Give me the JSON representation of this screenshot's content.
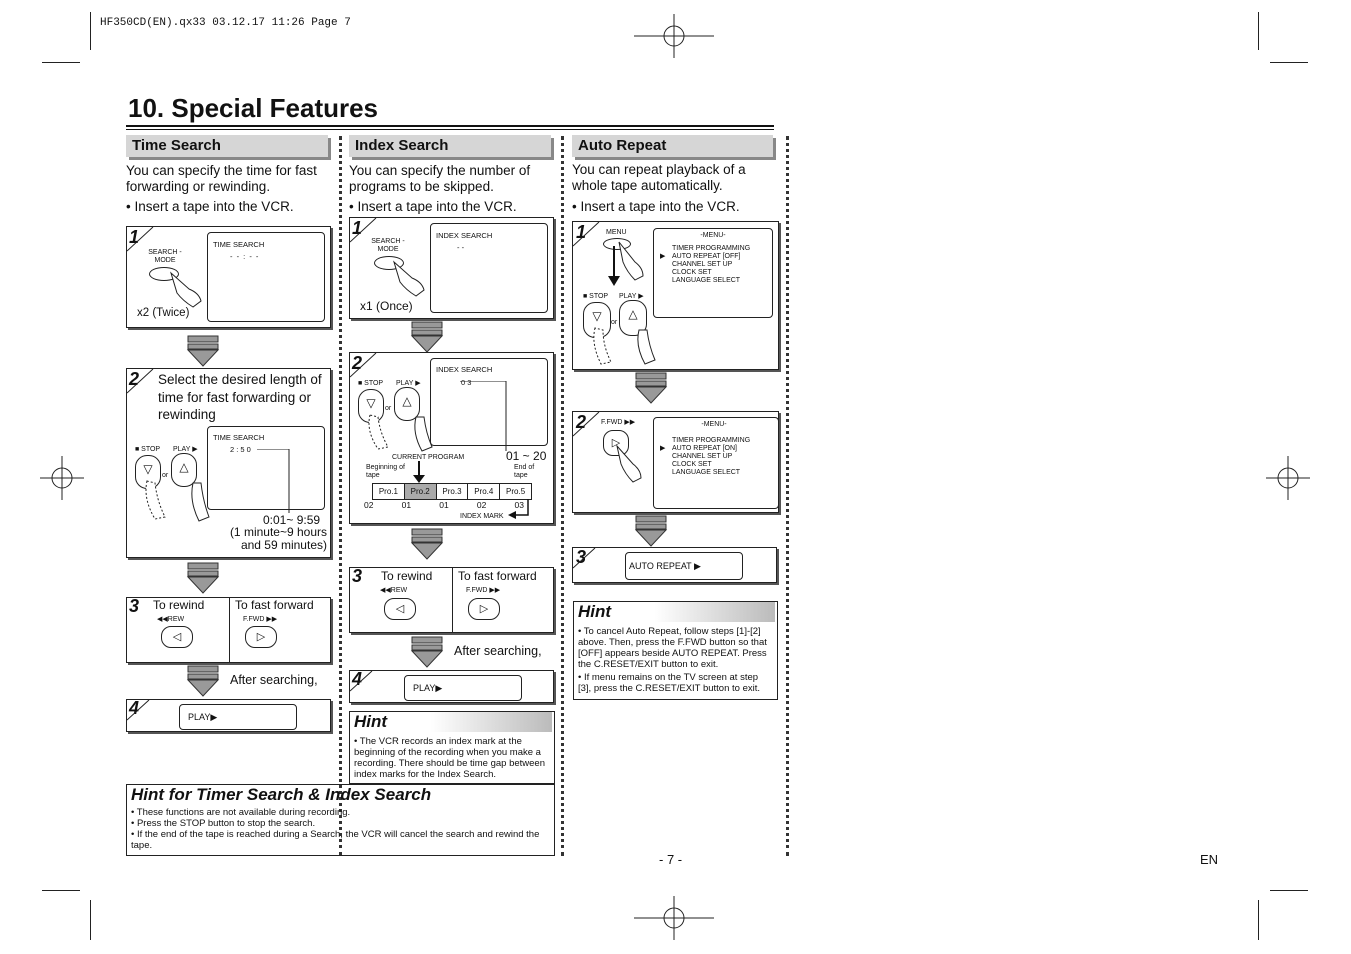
{
  "header": {
    "file_info": "HF350CD(EN).qx33  03.12.17  11:26  Page 7"
  },
  "page_title": "10. Special Features",
  "time_search": {
    "heading": "Time Search",
    "intro": "You can specify the time for fast forwarding or rewinding.",
    "bullet": "• Insert a tape into the VCR.",
    "step1": {
      "num": "1",
      "button": "SEARCH -MODE",
      "screen": "TIME SEARCH",
      "note": "x2 (Twice)"
    },
    "step2": {
      "num": "2",
      "text": "Select the desired length of time for fast forwarding or rewinding",
      "stop": "■ STOP",
      "play": "PLAY ▶",
      "or": "or",
      "screen": "TIME SEARCH",
      "value": "2 : 5 0",
      "range": "0:01~ 9:59",
      "range_note": "(1 minute~9 hours and 59 minutes)"
    },
    "step3": {
      "num": "3",
      "rewind": "To rewind",
      "ffwd": "To fast forward",
      "rew_btn": "◀◀REW",
      "ffwd_btn": "F.FWD ▶▶"
    },
    "after": "After searching,",
    "step4": {
      "num": "4",
      "display": "PLAY▶"
    }
  },
  "index_search": {
    "heading": "Index Search",
    "intro": "You can specify the number of programs to be skipped.",
    "bullet": "• Insert a tape into the VCR.",
    "step1": {
      "num": "1",
      "button": "SEARCH -MODE",
      "screen": "INDEX SEARCH",
      "note": "x1 (Once)"
    },
    "step2": {
      "num": "2",
      "stop": "■ STOP",
      "play": "PLAY ▶",
      "or": "or",
      "screen": "INDEX SEARCH",
      "value": "0 3",
      "range": "01 ~ 20",
      "current": "CURRENT PROGRAM",
      "beginning": "Beginning of tape",
      "end": "End of tape",
      "programs": [
        "Pro.1",
        "Pro.2",
        "Pro.3",
        "Pro.4",
        "Pro.5"
      ],
      "marks": [
        "02",
        "01",
        "01",
        "02",
        "03"
      ],
      "index_mark": "INDEX MARK"
    },
    "step3": {
      "num": "3",
      "rewind": "To rewind",
      "ffwd": "To fast forward",
      "rew_btn": "◀◀REW",
      "ffwd_btn": "F.FWD ▶▶"
    },
    "after": "After searching,",
    "step4": {
      "num": "4",
      "display": "PLAY▶"
    },
    "hint": {
      "title": "Hint",
      "text": "• The VCR records an index mark at the beginning of the recording when you make a recording. There should be time gap between index marks for the Index Search."
    }
  },
  "auto_repeat": {
    "heading": "Auto Repeat",
    "intro": "You can repeat playback of a whole tape automatically.",
    "bullet": "• Insert a tape into the VCR.",
    "step1": {
      "num": "1",
      "menu_btn": "MENU",
      "stop": "■ STOP",
      "play": "PLAY ▶",
      "or": "or",
      "menu_title": "-MENU-",
      "items": [
        "TIMER PROGRAMMING",
        "AUTO REPEAT  [OFF]",
        "CHANNEL SET UP",
        "CLOCK SET",
        "LANGUAGE SELECT"
      ],
      "cursor": "▶"
    },
    "step2": {
      "num": "2",
      "ffwd_btn": "F.FWD ▶▶",
      "menu_title": "-MENU-",
      "items": [
        "TIMER PROGRAMMING",
        "AUTO REPEAT  [ON]",
        "CHANNEL SET UP",
        "CLOCK SET",
        "LANGUAGE SELECT"
      ],
      "cursor": "▶"
    },
    "step3": {
      "num": "3",
      "display": "AUTO REPEAT ▶"
    },
    "hint": {
      "title": "Hint",
      "b1": "• To cancel Auto Repeat, follow steps [1]-[2] above.  Then, press the F.FWD button so that [OFF] appears beside AUTO REPEAT. Press the C.RESET/EXIT button to exit.",
      "b2": "• If menu remains on the TV screen at step [3], press the C.RESET/EXIT button to exit."
    }
  },
  "bottom_hint": {
    "title": "Hint for Timer Search & Index Search",
    "b1": "• These functions are not available during recording.",
    "b2": "• Press the STOP button to stop the search.",
    "b3": "• If the end of the tape is reached during a Search, the VCR will cancel the search and rewind the tape."
  },
  "footer": {
    "page_num": "- 7 -",
    "lang": "EN"
  }
}
